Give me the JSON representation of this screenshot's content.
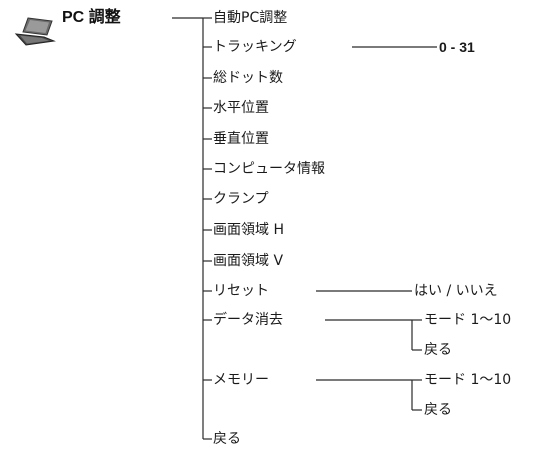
{
  "menu": {
    "title": "PC 調整",
    "icon": "laptop-icon",
    "items": [
      "自動PC調整",
      "トラッキング",
      "総ドット数",
      "水平位置",
      "垂直位置",
      "コンピュータ情報",
      "クランプ",
      "画面領域 H",
      "画面領域 V",
      "リセット",
      "データ消去",
      "メモリー",
      "戻る"
    ],
    "tracking_range": "0 - 31",
    "reset_options": "はい / いいえ",
    "data_erase": {
      "mode": "モード 1〜10",
      "back": "戻る"
    },
    "memory": {
      "mode": "モード 1〜10",
      "back": "戻る"
    }
  },
  "colors": {
    "line": "#2a2a2a",
    "text": "#1a1a1a"
  }
}
